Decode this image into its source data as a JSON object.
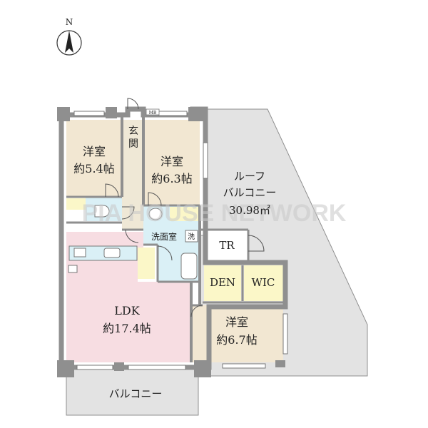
{
  "compass": {
    "label": "N"
  },
  "rooms": {
    "bedroom_nw": {
      "name": "洋室",
      "size": "約5.4帖"
    },
    "bedroom_n": {
      "name": "洋室",
      "size": "約6.3帖"
    },
    "bedroom_se": {
      "name": "洋室",
      "size": "約6.7帖"
    },
    "entrance": {
      "name_1": "玄",
      "name_2": "関"
    },
    "ldk": {
      "name": "LDK",
      "size": "約17.4帖"
    },
    "washroom": {
      "name": "洗面室"
    },
    "tr": {
      "name": "TR"
    },
    "den": {
      "name": "DEN"
    },
    "wic": {
      "name": "WIC"
    },
    "roof_balcony": {
      "line1": "ルーフ",
      "line2": "バルコニー",
      "area": "30.98㎡"
    },
    "balcony": {
      "name": "バルコニー"
    }
  },
  "symbols": {
    "mb": "MB",
    "washer": "洗"
  },
  "watermark": "PIA HOUSE NETWORK",
  "colors": {
    "wall": "#8f8f8f",
    "bedroom": "#f2e7d2",
    "ldk": "#f7dde2",
    "wet": "#daf0f6",
    "storage": "#fbf7c8",
    "entrance": "#efe8d6",
    "balcony": "#e3e3e3"
  }
}
